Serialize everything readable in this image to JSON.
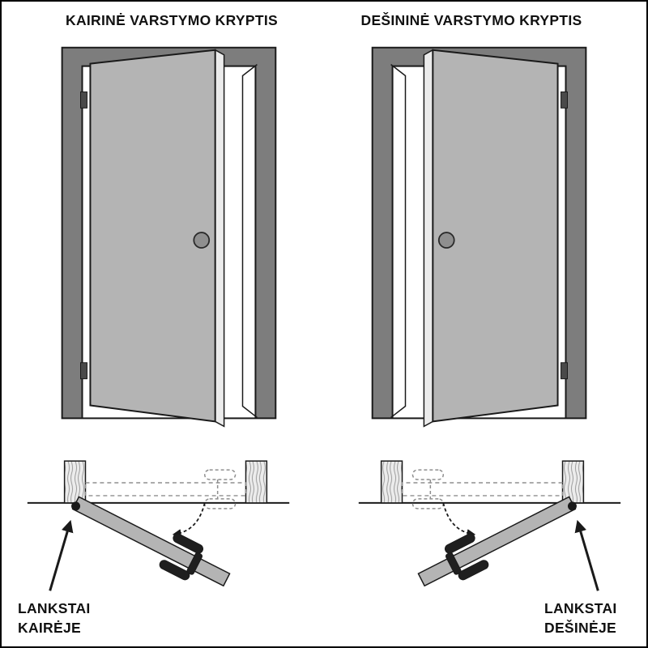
{
  "diagram": {
    "left_panel": {
      "title": "KAIRINĖ VARSTYMO KRYPTIS",
      "hinge_label": {
        "line1": "LANKSTAI",
        "line2": "KAIRĖJE"
      }
    },
    "right_panel": {
      "title": "DEŠININĖ VARSTYMO KRYPTIS",
      "hinge_label": {
        "line1": "LANKSTAI",
        "line2": "DEŠINĖJE"
      }
    }
  },
  "colors": {
    "background": "#ffffff",
    "outline": "#1a1a1a",
    "frame": "#7d7d7d",
    "door_face": "#b4b4b4",
    "door_edge": "#ebebeb",
    "knob": "#8f8f8f",
    "handle": "#1f1f1f",
    "ghost": "#8f8f8f",
    "wood_grain": "#9b9b9b",
    "post_fill": "#ececec"
  }
}
